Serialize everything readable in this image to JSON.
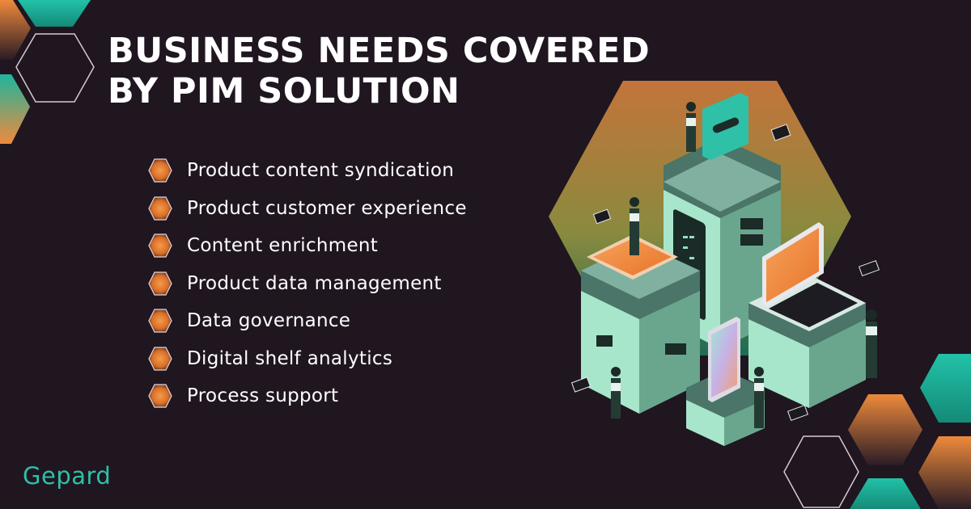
{
  "banner": {
    "title_line_1": "BUSINESS NEEDS COVERED",
    "title_line_2": "BY PIM SOLUTION"
  },
  "needs": [
    {
      "label": "Product content syndication"
    },
    {
      "label": "Product customer experience"
    },
    {
      "label": "Content enrichment"
    },
    {
      "label": "Product data management"
    },
    {
      "label": "Data governance"
    },
    {
      "label": "Digital shelf analytics"
    },
    {
      "label": "Process support"
    }
  ],
  "brand": {
    "logo_text": "Gepard",
    "colors": {
      "background": "#1f1620",
      "accent_teal": "#2fc0a8",
      "accent_orange": "#ee8a3c",
      "mint": "#a8e6cc",
      "dark_green": "#4a7568"
    }
  },
  "illustration": {
    "icon": "isometric-server-tower-illustration"
  }
}
